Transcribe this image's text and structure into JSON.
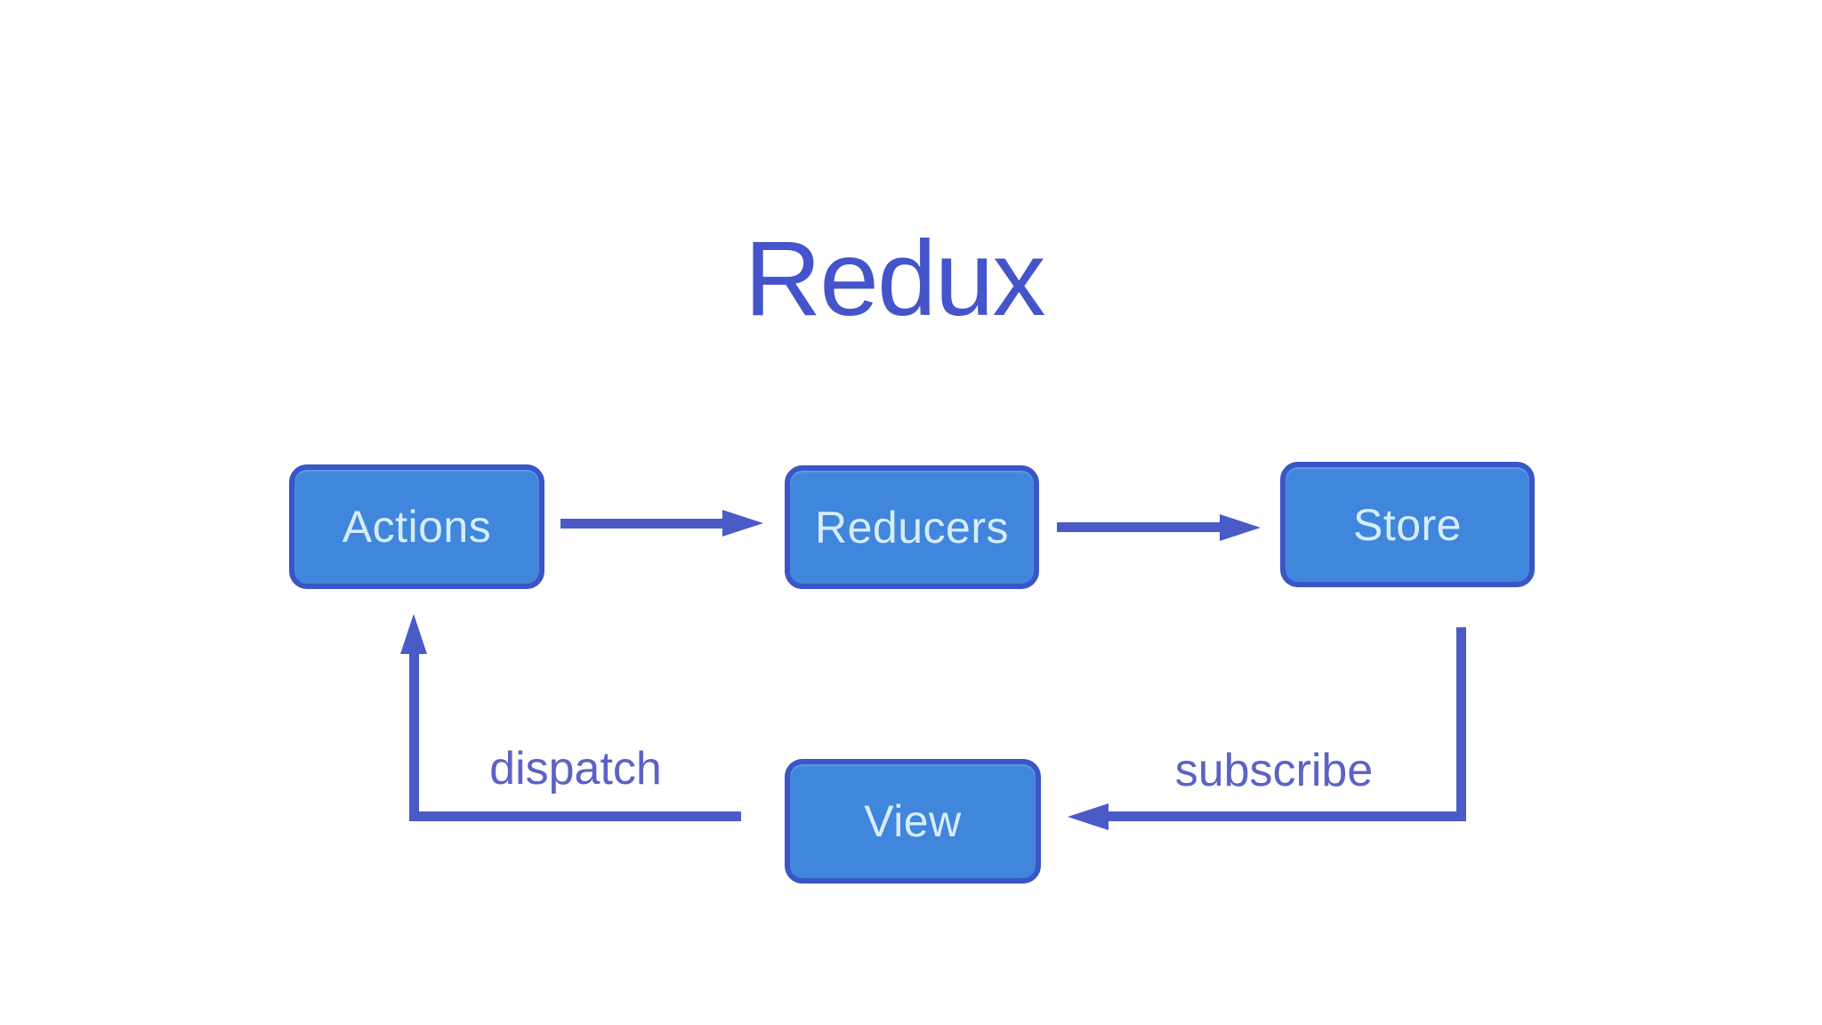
{
  "page": {
    "background": "#FFFFFF"
  },
  "diagram": {
    "title": "Redux",
    "nodes": [
      {
        "id": "actions",
        "label": "Actions"
      },
      {
        "id": "reducers",
        "label": "Reducers"
      },
      {
        "id": "store",
        "label": "Store"
      },
      {
        "id": "view",
        "label": "View"
      }
    ],
    "edges": [
      {
        "from": "Actions",
        "to": "Reducers",
        "label": "",
        "direction": "right"
      },
      {
        "from": "Reducers",
        "to": "Store",
        "label": "",
        "direction": "right"
      },
      {
        "from": "Store",
        "to": "View",
        "label": "subscribe",
        "direction": "down-then-left"
      },
      {
        "from": "View",
        "to": "Actions",
        "label": "dispatch",
        "direction": "left-then-up"
      }
    ],
    "colors": {
      "node_fill": "#3F86DC",
      "node_border": "#3A55C5",
      "node_label": "#D7ECFC",
      "arrow": "#4A5AC6",
      "title_text": "#4454CB",
      "edge_label": "#5A63C4",
      "background": "#FFFFFF"
    }
  }
}
